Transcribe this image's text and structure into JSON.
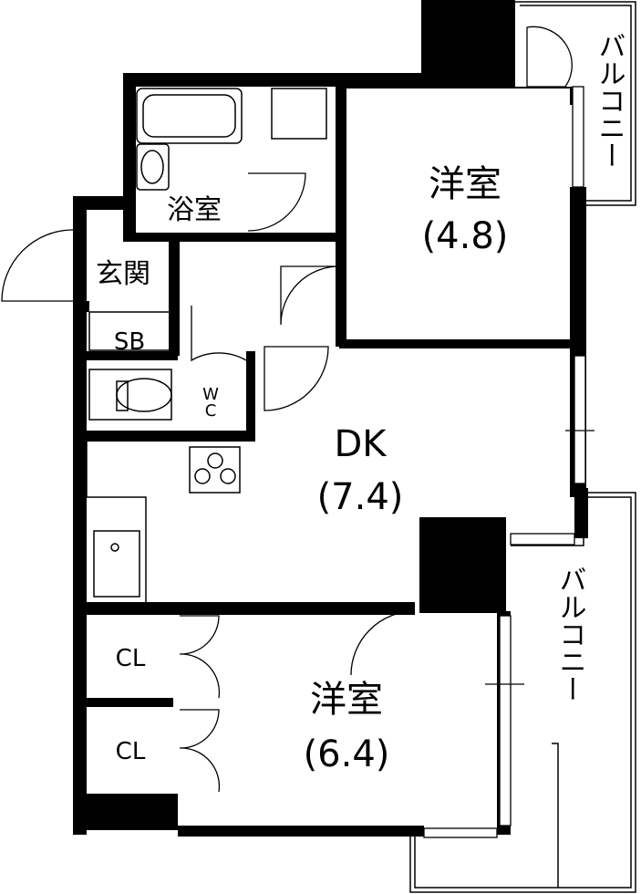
{
  "rooms": {
    "western_room_1": {
      "label": "洋室",
      "size": "(4.8)"
    },
    "dk": {
      "label": "DK",
      "size": "(7.4)"
    },
    "western_room_2": {
      "label": "洋室",
      "size": "(6.4)"
    },
    "bathroom": {
      "label": "浴室"
    },
    "entrance": {
      "label": "玄関"
    },
    "shoe_box": {
      "label": "SB"
    },
    "toilet": {
      "label_top": "W",
      "label_bottom": "C"
    },
    "closet_1": {
      "label": "CL"
    },
    "closet_2": {
      "label": "CL"
    }
  },
  "balconies": {
    "upper": {
      "label": "バルコニー"
    },
    "lower": {
      "label": "バルコニー"
    }
  },
  "colors": {
    "wall": "#000000",
    "background": "#ffffff"
  }
}
